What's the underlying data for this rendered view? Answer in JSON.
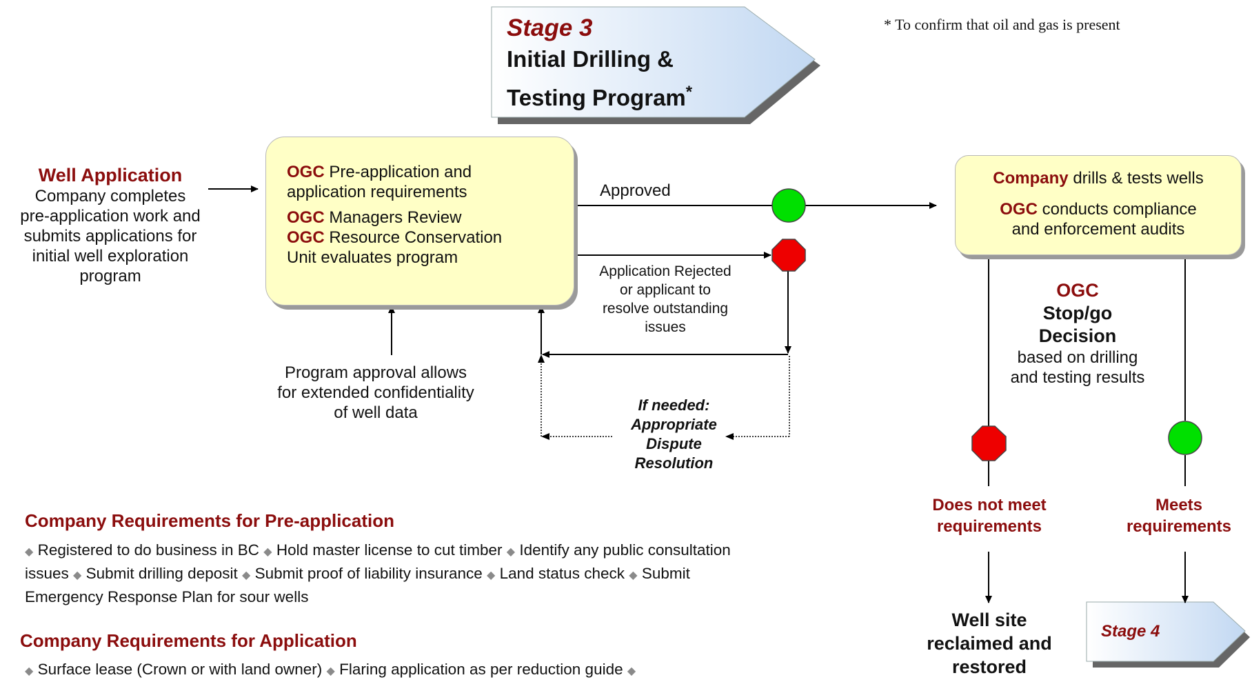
{
  "footnote": "* To confirm that oil and gas is present",
  "stage3": {
    "label": "Stage 3",
    "title_line1": "Initial Drilling &",
    "title_line2": "Testing Program",
    "asterisk": "*"
  },
  "stage4": {
    "label": "Stage 4"
  },
  "well_application": {
    "title": "Well Application",
    "lines": [
      "Company completes",
      "pre-application work and",
      "submits applications for",
      "initial well exploration",
      "program"
    ]
  },
  "ogc_box": {
    "org": "OGC",
    "l1_rest": " Pre-application and",
    "l2": "application requirements",
    "l3_rest": " Managers Review",
    "l4_rest": " Resource Conservation",
    "l5": "Unit evaluates program"
  },
  "approved": "Approved",
  "rejected": [
    "Application Rejected",
    "or applicant to",
    "resolve outstanding",
    "issues"
  ],
  "program_approval": [
    "Program approval allows",
    "for extended confidentiality",
    "of well data"
  ],
  "dispute": [
    "If needed:",
    "Appropriate",
    "Dispute",
    "Resolution"
  ],
  "company_box": {
    "org1": "Company",
    "l1_rest": " drills & tests wells",
    "org2": "OGC",
    "l2_rest": " conducts compliance",
    "l3": "and enforcement audits"
  },
  "decision": {
    "org": "OGC",
    "l1": "Stop/go",
    "l2": "Decision",
    "l3": "based on drilling",
    "l4": "and testing results"
  },
  "does_not_meet": [
    "Does not meet",
    "requirements"
  ],
  "meets": [
    "Meets",
    "requirements"
  ],
  "well_site": [
    "Well site",
    "reclaimed and",
    "restored"
  ],
  "pre_app": {
    "heading": "Company Requirements for Pre-application",
    "items": [
      "Registered to do business in BC",
      "Hold master license to cut timber",
      "Identify any public consultation issues",
      "Submit drilling deposit",
      "Submit proof of liability insurance",
      "Land status check",
      "Submit Emergency Response Plan for sour wells"
    ]
  },
  "app": {
    "heading": "Company Requirements for Application",
    "items": [
      "Surface lease (Crown or with land owner)",
      "Flaring application as per reduction guide"
    ]
  },
  "colors": {
    "dark_red": "#8b0d0d",
    "box_fill": "#ffffc6",
    "go": "#00e000",
    "stop": "#ee0000",
    "arrow_tip": "#c8dcf4"
  }
}
